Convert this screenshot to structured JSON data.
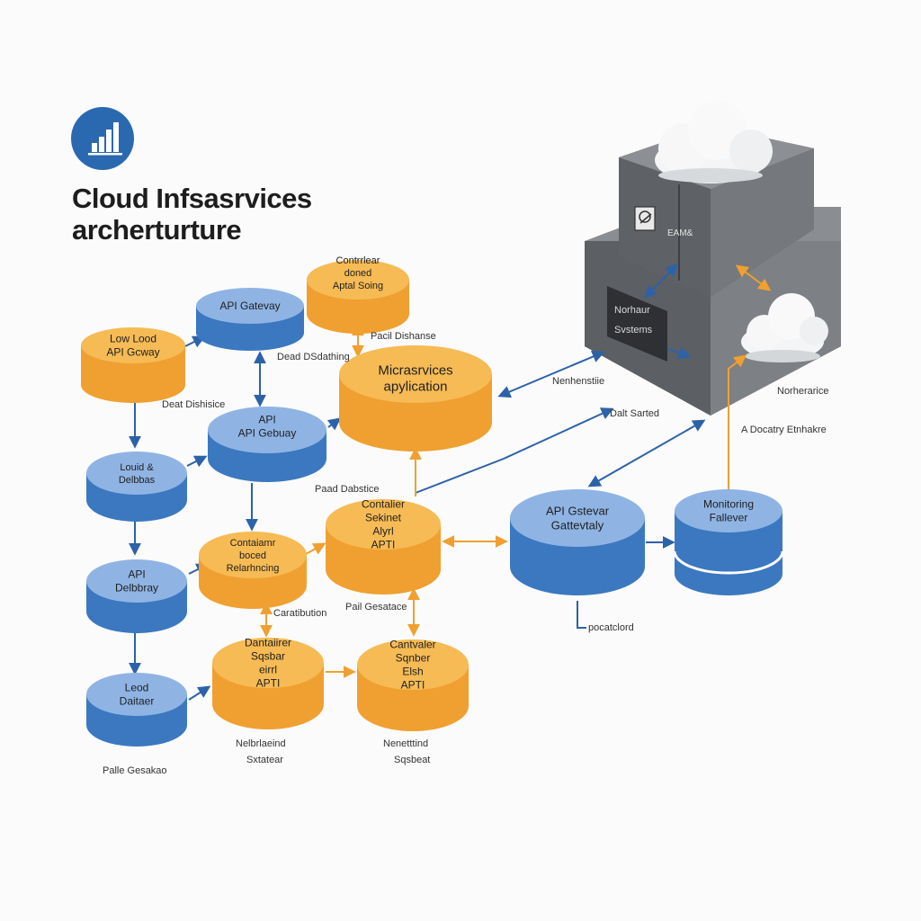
{
  "header": {
    "logo_icon": "bar-chart-icon",
    "title_line1": "Cloud Infsasrvices",
    "title_line2": "archerturture"
  },
  "colors": {
    "blue_node": "#3b78c0",
    "blue_top": "#8fb4e4",
    "orange_node": "#f0a030",
    "orange_top": "#f6bb55",
    "blue_arrow": "#2c62a8",
    "orange_arrow": "#f0a030",
    "server_dark": "#5c5f63"
  },
  "nodes": [
    {
      "id": "low-load-api",
      "color": "orange",
      "lines": [
        "Low Lood",
        "API Gcway"
      ]
    },
    {
      "id": "api-gateway-top",
      "color": "blue",
      "lines": [
        "API Gatevay"
      ]
    },
    {
      "id": "contrier-aptal",
      "color": "orange",
      "lines": [
        "Contrrlear",
        "doned",
        "Aptal Soing"
      ]
    },
    {
      "id": "api-gateway-mid",
      "color": "blue",
      "lines": [
        "API",
        "API Gebuay"
      ]
    },
    {
      "id": "microservices-app",
      "color": "orange",
      "lines": [
        "Micrasrvices",
        "apylication"
      ]
    },
    {
      "id": "louid-delbbas",
      "color": "blue",
      "lines": [
        "Louid &",
        "Delbbas"
      ]
    },
    {
      "id": "api-delbbray",
      "color": "blue",
      "lines": [
        "API",
        "Delbbray"
      ]
    },
    {
      "id": "contaiamr-relarhncing",
      "color": "orange",
      "lines": [
        "Contaiamr",
        "boced",
        "Relarhncing"
      ]
    },
    {
      "id": "container-sekinet",
      "color": "orange",
      "lines": [
        "Contalier",
        "Sekinet",
        "Alyrl",
        "APTI"
      ]
    },
    {
      "id": "api-gateway-right",
      "color": "blue",
      "lines": [
        "API Gstevar",
        "Gattevtaly"
      ]
    },
    {
      "id": "monitoring-fallever",
      "color": "blue",
      "lines": [
        "Monitoring",
        "Fallever"
      ]
    },
    {
      "id": "leod-daitaer",
      "color": "blue",
      "lines": [
        "Leod",
        "Daitaer"
      ]
    },
    {
      "id": "dantaiirer-sqsbar",
      "color": "orange",
      "lines": [
        "Dantaiirer",
        "Sqsbar",
        "eirrl",
        "APTI"
      ]
    },
    {
      "id": "cantvaler-sqnber",
      "color": "orange",
      "lines": [
        "Cantvaler",
        "Sqnber",
        "Elsh",
        "APTI"
      ]
    }
  ],
  "labels": {
    "pacil_dishase": "Pacil Dishanse",
    "dead_dsdathing": "Dead DSdathing",
    "deat_dishisice": "Deat Dishisice",
    "paad_dabstice": "Paad Dabstice",
    "nenhenstiie": "Nenhenstiie",
    "dalt_sarted": "Dalt Sarted",
    "norherarice": "Norherarice",
    "a_docatry": "A Docatry Etnhakre",
    "caratibution": "Caratibution",
    "pail_gesatace": "Pail Gesatace",
    "pocatclord": "pocatclord",
    "nelbrlaeind_1": "Nelbrlaeind",
    "sxtatear": "Sxtatear",
    "nenettind_2": "Nenetttind",
    "sqsbeat": "Sqsbeat",
    "palle_gesakao": "Palle Gesakao"
  },
  "server": {
    "icons": [
      "cloud-icon",
      "cloud-icon",
      "document-icon"
    ],
    "screen_lines": [
      "Norhaur",
      "Svstems"
    ],
    "tag_text": "EAM&"
  }
}
